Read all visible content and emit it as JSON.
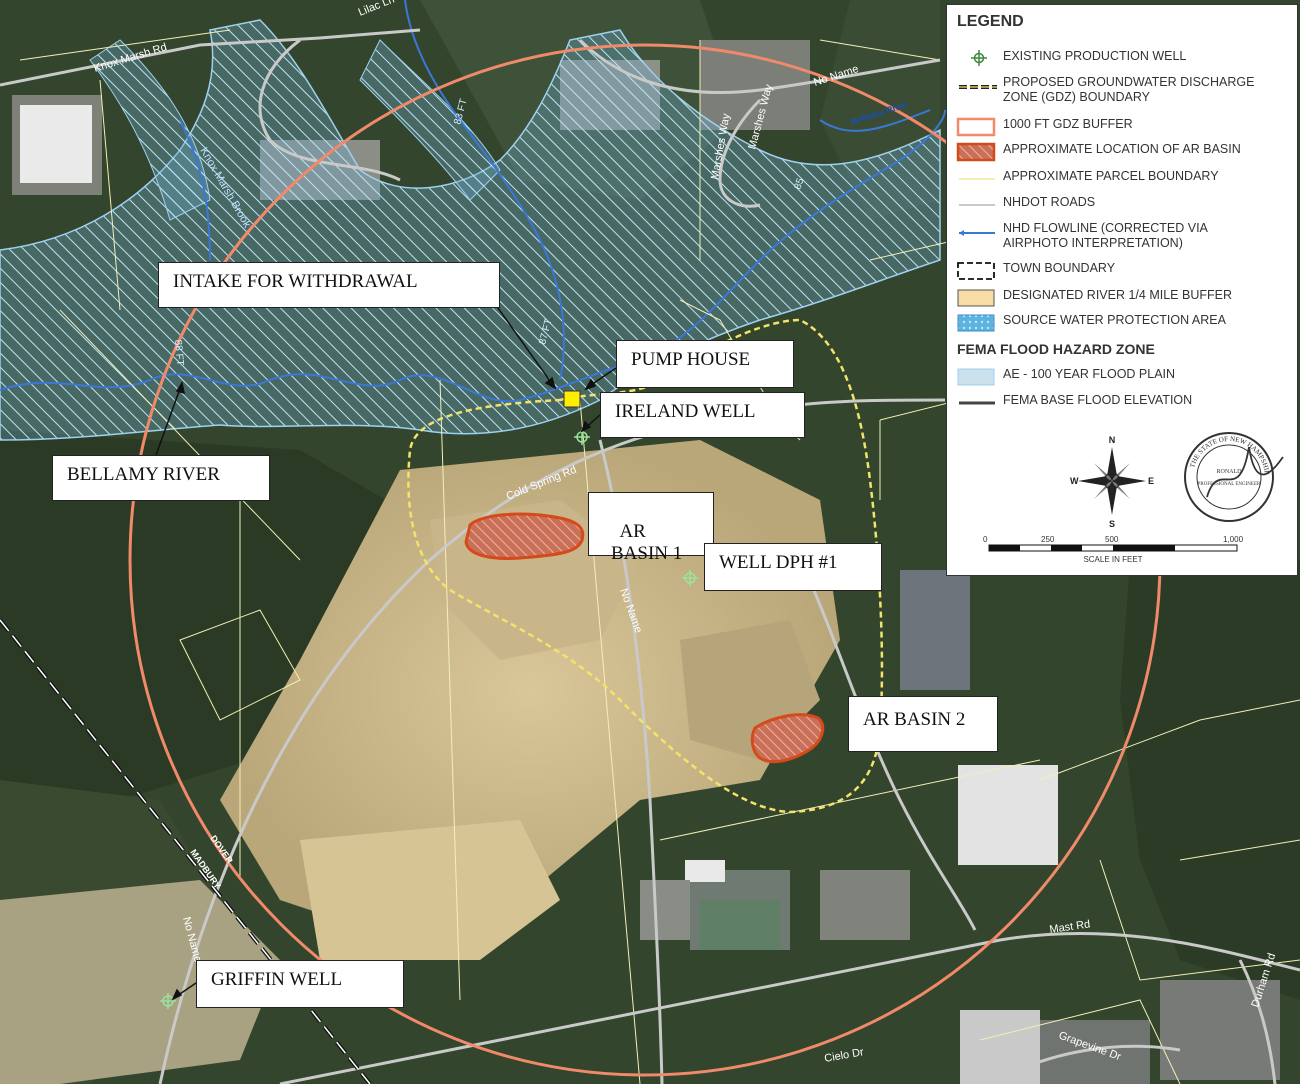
{
  "map": {
    "roads": {
      "knox_marsh_rd": "Knox Marsh Rd",
      "lilac_ln": "Lilac Ln",
      "no_name": "No Name",
      "marshes_way": "Marshes Way",
      "marshes_way_2": "Marshes Way",
      "bellamy_river": "Bellamy River",
      "knox_marsh_brook": "Knox Marsh Brook",
      "cold_spring_rd": "Cold Spring Rd",
      "dover": "DOVER",
      "madbury": "MADBURY",
      "no_name_2": "No Name",
      "no_name_3": "No Name",
      "mast_rd": "Mast Rd",
      "cielo_dr": "Cielo Dr",
      "grapevine_dr": "Grapevine Dr",
      "durham_rd": "Durham Rd",
      "elev_88": "88 FT",
      "elev_85": "85",
      "elev_87": "87 FT",
      "elev_83": "83 FT"
    },
    "callouts": {
      "intake": "INTAKE FOR WITHDRAWAL",
      "pump_house": "PUMP HOUSE",
      "ireland_well": "IRELAND WELL",
      "bellamy_river": "BELLAMY RIVER",
      "ar_basin_1": "AR\nBASIN 1",
      "well_dph1": "WELL DPH #1",
      "ar_basin_2": "AR BASIN 2",
      "griffin_well": "GRIFFIN WELL"
    },
    "colors": {
      "gdz_buffer": "#f08a6a",
      "ar_basin_fill": "#c8542a",
      "ar_basin_outline": "#d44a1a",
      "parcel": "#f3efb6",
      "flowline": "#3a78d8",
      "flood_hatch": "#a6d3f0",
      "gdz_boundary": "#222222",
      "pump_house": "#ffee00"
    }
  },
  "legend": {
    "title": "LEGEND",
    "items": [
      {
        "label": "EXISTING PRODUCTION WELL"
      },
      {
        "label": "PROPOSED GROUNDWATER DISCHARGE ZONE (GDZ) BOUNDARY"
      },
      {
        "label": "1000 FT GDZ BUFFER"
      },
      {
        "label": "APPROXIMATE LOCATION OF AR BASIN"
      },
      {
        "label": "APPROXIMATE PARCEL BOUNDARY"
      },
      {
        "label": "NHDOT ROADS"
      },
      {
        "label": "NHD FLOWLINE (CORRECTED VIA AIRPHOTO INTERPRETATION)"
      },
      {
        "label": "TOWN BOUNDARY"
      },
      {
        "label": "DESIGNATED RIVER 1/4 MILE BUFFER"
      },
      {
        "label": "SOURCE WATER PROTECTION AREA"
      }
    ],
    "fema_title": "FEMA FLOOD HAZARD ZONE",
    "fema_items": [
      {
        "label": "AE - 100 YEAR FLOOD PLAIN"
      },
      {
        "label": "FEMA BASE FLOOD ELEVATION"
      }
    ],
    "compass": {
      "n": "N",
      "s": "S",
      "e": "E",
      "w": "W"
    },
    "scale": {
      "ticks": [
        "0",
        "250",
        "500",
        "1,000"
      ],
      "unit": "SCALE IN FEET"
    },
    "seal": {
      "text": "THE STATE OF NEW HAMPSHIRE",
      "name": "RONALD",
      "role": "PROFESSIONAL ENGINEER"
    }
  }
}
